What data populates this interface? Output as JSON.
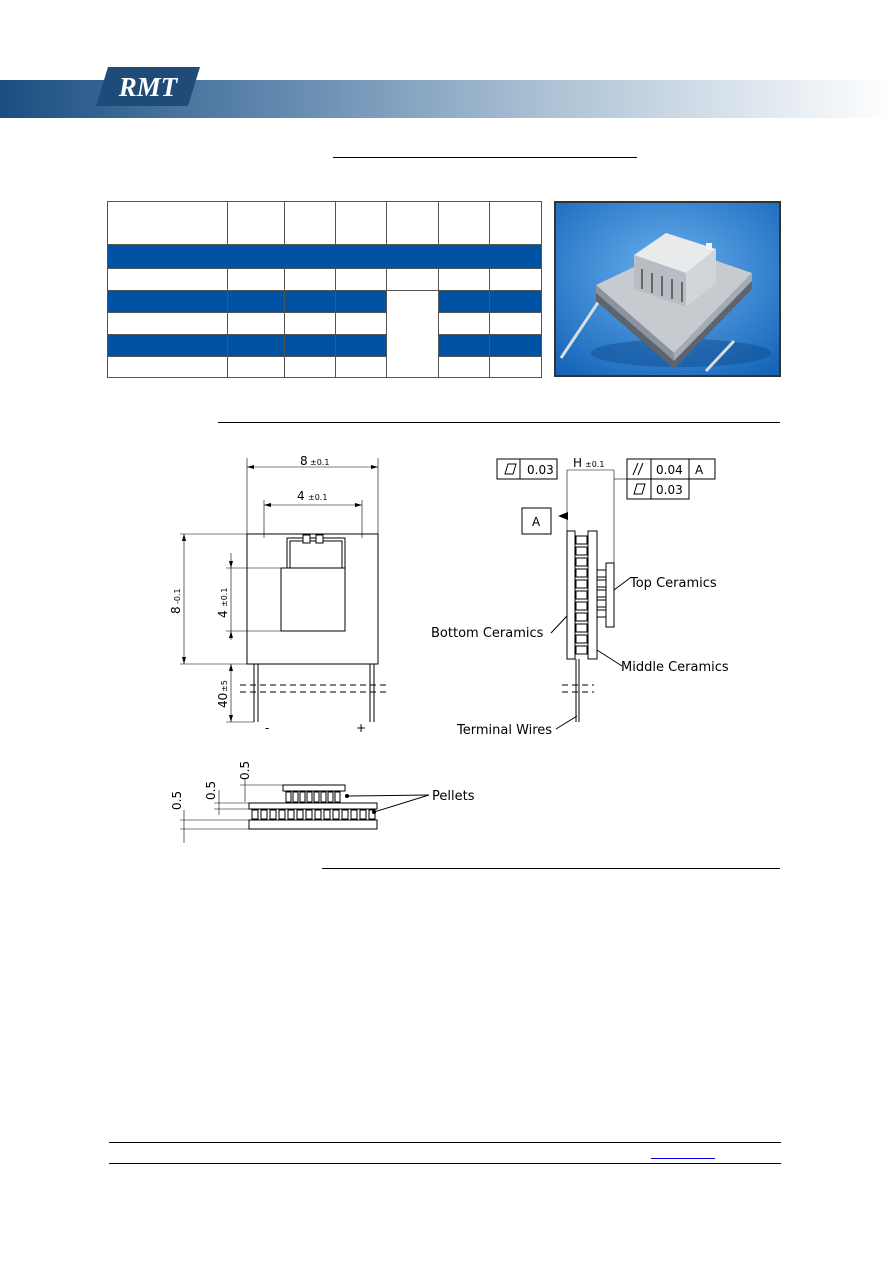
{
  "brand": {
    "logo_text": "RMT",
    "color_banner_dark": "#1a4e80",
    "color_logo": "#1e4b78",
    "color_table_blue": "#0052a5"
  },
  "drawing": {
    "width_label": "8",
    "width_tol": "±0.1",
    "inner_width_label": "4",
    "inner_width_tol": "±0.1",
    "height_label": "8",
    "height_tol": "-0.1",
    "inner_height_label": "4",
    "inner_height_tol": "±0.1",
    "wire_length_label": "40",
    "wire_length_tol": "±5",
    "minus_label": "-",
    "plus_label": "+",
    "flatness_value": "0.03",
    "h_label": "H",
    "h_tol": "±0.1",
    "parallel_value": "0.04",
    "datum_ref": "A",
    "flatness2_value": "0.03",
    "datum_label": "A",
    "top_ceramics": "Top Ceramics",
    "bottom_ceramics": "Bottom Ceramics",
    "middle_ceramics": "Middle Ceramics",
    "terminal_wires": "Terminal Wires",
    "dim_top_thickness": "0.5",
    "dim_mid_thickness": "0.5",
    "dim_bottom_thickness": "0.5",
    "pellets": "Pellets"
  }
}
